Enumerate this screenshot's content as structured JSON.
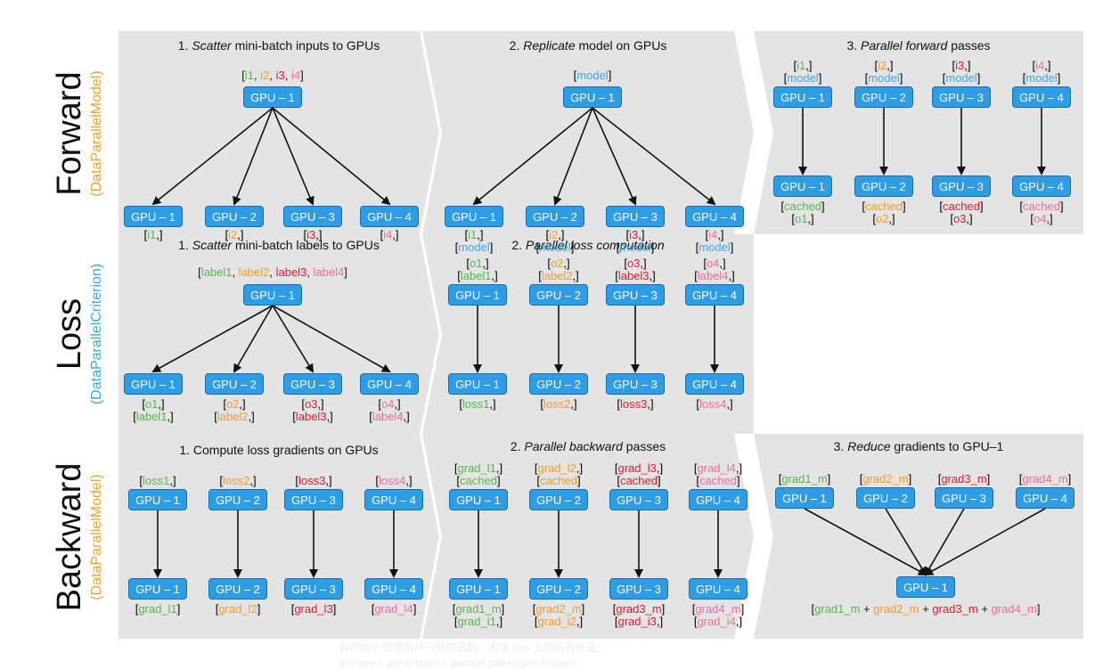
{
  "sections": {
    "forward": {
      "title": "Forward",
      "subtitle": "(DataParallelModel)"
    },
    "loss": {
      "title": "Loss",
      "subtitle": "(DataParallelCriterion)"
    },
    "backward": {
      "title": "Backward",
      "subtitle": "(DataParallelModel)"
    }
  },
  "gpu_labels": [
    "GPU – 1",
    "GPU – 2",
    "GPU – 3",
    "GPU – 4"
  ],
  "panels": {
    "f1": {
      "num": "1.",
      "em": "Scatter",
      "rest": "mini-batch inputs to GPUs",
      "top": [
        {
          "t": "[",
          "c": "black"
        },
        {
          "t": "i1",
          "c": "green"
        },
        {
          "t": ", ",
          "c": "black"
        },
        {
          "t": "i2",
          "c": "orange"
        },
        {
          "t": ", ",
          "c": "black"
        },
        {
          "t": "i3",
          "c": "red"
        },
        {
          "t": ", ",
          "c": "black"
        },
        {
          "t": "i4",
          "c": "pink"
        },
        {
          "t": "]",
          "c": "black"
        }
      ],
      "bottom": [
        [
          "[i1,]"
        ],
        [
          "[i2,]"
        ],
        [
          "[i3,]"
        ],
        [
          "[i4,]"
        ]
      ]
    },
    "f2": {
      "num": "2.",
      "em": "Replicate",
      "rest": "model on GPUs",
      "top": "[model]",
      "bottom": [
        [
          "[i1,]",
          "[model]"
        ],
        [
          "[i2,]",
          "[model]"
        ],
        [
          "[i3,]",
          "[model]"
        ],
        [
          "[i4,]",
          "[model]"
        ]
      ]
    },
    "f3": {
      "num": "3.",
      "em": "Parallel forward",
      "rest": "passes",
      "top": [
        [
          "[i1,]",
          "[model]"
        ],
        [
          "[i2,]",
          "[model]"
        ],
        [
          "[i3,]",
          "[model]"
        ],
        [
          "[i4,]",
          "[model]"
        ]
      ],
      "bottom": [
        [
          "[cached]",
          "[o1,]"
        ],
        [
          "[cached]",
          "[o2,]"
        ],
        [
          "[cached]",
          "[o3,]"
        ],
        [
          "[cached]",
          "[o4,]"
        ]
      ]
    },
    "l1": {
      "num": "1.",
      "em": "Scatter",
      "rest": "mini-batch labels to GPUs",
      "top": [
        {
          "t": "[",
          "c": "black"
        },
        {
          "t": "label1",
          "c": "green"
        },
        {
          "t": ", ",
          "c": "black"
        },
        {
          "t": "label2",
          "c": "orange"
        },
        {
          "t": ", ",
          "c": "black"
        },
        {
          "t": "label3",
          "c": "red"
        },
        {
          "t": ", ",
          "c": "black"
        },
        {
          "t": "label4",
          "c": "pink"
        },
        {
          "t": "]",
          "c": "black"
        }
      ],
      "bottom": [
        [
          "[o1,]",
          "[label1,]"
        ],
        [
          "[o2,]",
          "[label2,]"
        ],
        [
          "[o3,]",
          "[label3,]"
        ],
        [
          "[o4,]",
          "[label4,]"
        ]
      ]
    },
    "l2": {
      "num": "2.",
      "em": "Parallel loss computation",
      "rest": "",
      "top": [
        [
          "[o1,]",
          "[label1,]"
        ],
        [
          "[o2,]",
          "[label2,]"
        ],
        [
          "[o3,]",
          "[label3,]"
        ],
        [
          "[o4,]",
          "[label4,]"
        ]
      ],
      "bottom": [
        [
          "[loss1,]"
        ],
        [
          "[loss2,]"
        ],
        [
          "[loss3,]"
        ],
        [
          "[loss4,]"
        ]
      ]
    },
    "b1": {
      "num": "1.",
      "em": "",
      "rest": "Compute loss gradients on GPUs",
      "top": [
        [
          "[loss1,]"
        ],
        [
          "[loss2,]"
        ],
        [
          "[loss3,]"
        ],
        [
          "[loss4,]"
        ]
      ],
      "bottom": [
        [
          "[grad_l1]"
        ],
        [
          "[grad_l2]"
        ],
        [
          "[grad_l3]"
        ],
        [
          "[grad_l4]"
        ]
      ]
    },
    "b2": {
      "num": "2.",
      "em": "Parallel backward",
      "rest": "passes",
      "top": [
        [
          "[grad_l1,]",
          "[cached]"
        ],
        [
          "[grad_l2,]",
          "[cached]"
        ],
        [
          "[grad_l3,]",
          "[cached]"
        ],
        [
          "[grad_l4,]",
          "[cached]"
        ]
      ],
      "bottom": [
        [
          "[grad1_m]",
          "[grad_i1,]"
        ],
        [
          "[grad2_m]",
          "[grad_i2,]"
        ],
        [
          "[grad3_m]",
          "[grad_i3,]"
        ],
        [
          "[grad4_m]",
          "[grad_i4,]"
        ]
      ]
    },
    "b3": {
      "num": "3.",
      "em": "Reduce",
      "rest": "gradients to GPU–1",
      "top": [
        [
          "[grad1_m]"
        ],
        [
          "[grad2_m]"
        ],
        [
          "[grad3_m]"
        ],
        [
          "[grad4_m]"
        ]
      ],
      "bottom": [
        {
          "t": "[",
          "c": "black"
        },
        {
          "t": "grad1_m",
          "c": "green"
        },
        {
          "t": " + ",
          "c": "black"
        },
        {
          "t": "grad2_m",
          "c": "orange"
        },
        {
          "t": " + ",
          "c": "black"
        },
        {
          "t": "grad3_m",
          "c": "red"
        },
        {
          "t": " + ",
          "c": "black"
        },
        {
          "t": "grad4_m",
          "c": "pink"
        },
        {
          "t": "]",
          "c": "black"
        }
      ]
    }
  },
  "watermark": [
    "有时你不想使用并行损失函数：收集 cpu 上的所有张量：",
    "gathered_predictions = parallel.gather(predictions)"
  ]
}
